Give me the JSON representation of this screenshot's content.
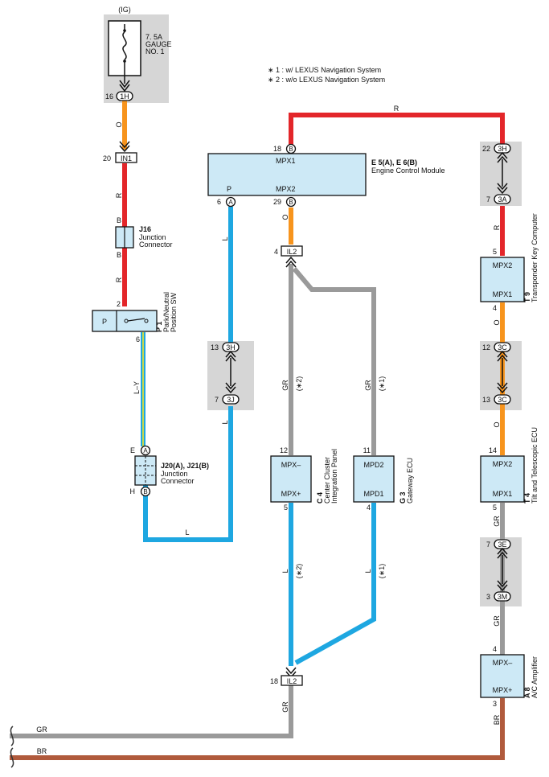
{
  "notes": {
    "n1": "∗ 1 : w/ LEXUS Navigation System",
    "n2": "∗ 2 : w/o LEXUS Navigation System"
  },
  "wire_colors": {
    "R": "#e3262a",
    "O": "#f7941d",
    "L": "#1ea7e1",
    "GR": "#9a9a9a",
    "BR": "#b05a3c",
    "LY": "#a8c94a"
  },
  "fuse": {
    "ig": "(IG)",
    "line1": "7. 5A",
    "line2": "GAUGE",
    "line3": "NO. 1",
    "pin": "16",
    "conn": "1H"
  },
  "wires": {
    "o": "O",
    "r": "R",
    "l": "L",
    "gr": "GR",
    "br": "BR",
    "ly": "L–Y",
    "star1": "(∗1)",
    "star2": "(∗2)"
  },
  "in1": {
    "pin": "20",
    "label": "IN1"
  },
  "j16": {
    "id": "J16",
    "name1": "Junction",
    "name2": "Connector",
    "pin_b": "B"
  },
  "p1": {
    "id": "P 1",
    "name1": "Park/Neutral",
    "name2": "Position SW",
    "inner": "P",
    "pin_top": "2",
    "pin_bot": "6"
  },
  "j20": {
    "id": "J20(A), J21(B)",
    "name1": "Junction",
    "name2": "Connector",
    "pin_e": "E",
    "conn_a": "A",
    "pin_h": "H",
    "conn_b": "B"
  },
  "ecm": {
    "id": "E 5(A), E 6(B)",
    "name": "Engine Control Module",
    "mpx1": "MPX1",
    "mpx2": "MPX2",
    "p": "P",
    "pin18": "18",
    "pin29": "29",
    "pin6": "6",
    "conn_b": "B",
    "conn_a": "A"
  },
  "il2": {
    "pin_top": "4",
    "pin_bot": "18",
    "label": "IL2"
  },
  "j3h3j": {
    "p13": "13",
    "c3h": "3H",
    "p7": "7",
    "c3j": "3J"
  },
  "c4": {
    "id": "C 4",
    "name1": "Center Cluster",
    "name2": "Integration Panel",
    "mpxm": "MPX–",
    "mpxp": "MPX+",
    "pin12": "12",
    "pin5": "5"
  },
  "g3": {
    "id": "G 3",
    "name": "Gateway ECU",
    "mpd2": "MPD2",
    "mpd1": "MPD1",
    "pin11": "11",
    "pin4": "4"
  },
  "t9": {
    "id": "T 9",
    "name": "Transponder Key Computer",
    "mpx2": "MPX2",
    "mpx1": "MPX1",
    "pin5": "5",
    "pin4": "4",
    "p22": "22",
    "c3h": "3H",
    "p7": "7",
    "c3a": "3A"
  },
  "j3c": {
    "p12": "12",
    "c3c": "3C",
    "p13": "13"
  },
  "t4": {
    "id": "T 4",
    "name": "Tilt and Telescopic ECU",
    "mpx2": "MPX2",
    "mpx1": "MPX1",
    "pin14": "14",
    "pin5": "5"
  },
  "j3e3m": {
    "p7": "7",
    "c3e": "3E",
    "p3": "3",
    "c3m": "3M"
  },
  "a8": {
    "id": "A 8",
    "name": "A/C Amplifier",
    "mpxm": "MPX–",
    "mpxp": "MPX+",
    "pin4": "4",
    "pin3": "3"
  }
}
